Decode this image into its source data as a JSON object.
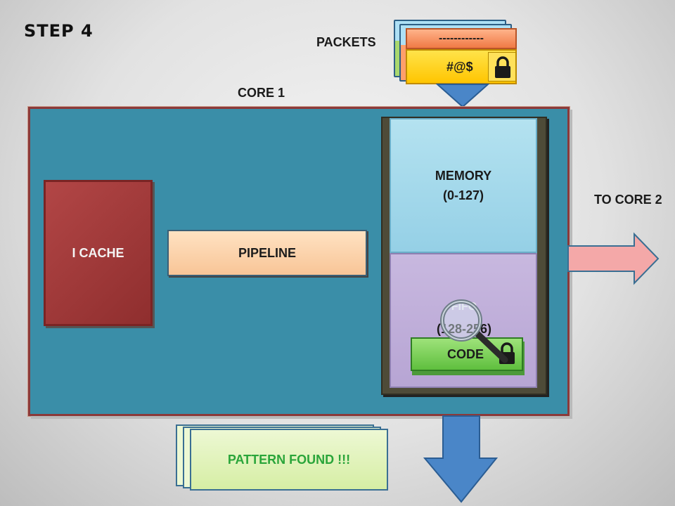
{
  "title": "STEP 4",
  "packets": {
    "label": "PACKETS",
    "header_text": "------------",
    "payload_text": "#@$"
  },
  "core": {
    "label": "CORE 1",
    "icache_label": "I CACHE",
    "pipeline_label": "PIPELINE",
    "memory": {
      "title": "MEMORY",
      "range": "(0-127)"
    },
    "fifo": {
      "title": "FIFO",
      "range": "(128-256)"
    },
    "code_label": "CODE"
  },
  "to_core2_label": "TO CORE 2",
  "result_label": "PATTERN FOUND !!!",
  "colors": {
    "core_bg": "#3a8ea8",
    "icache": "#b24646",
    "pipeline": "#f8c597",
    "memory": "#a8dcee",
    "fifo": "#bfaed9",
    "code": "#6cc84a",
    "packet_payload": "#ffd21f",
    "packet_header": "#f5905e",
    "arrow_down": "#4a86c8",
    "arrow_right": "#f2a0a0",
    "pattern_found_text": "#2aa53a"
  },
  "icons": [
    "padlock-icon",
    "magnifier-icon"
  ]
}
